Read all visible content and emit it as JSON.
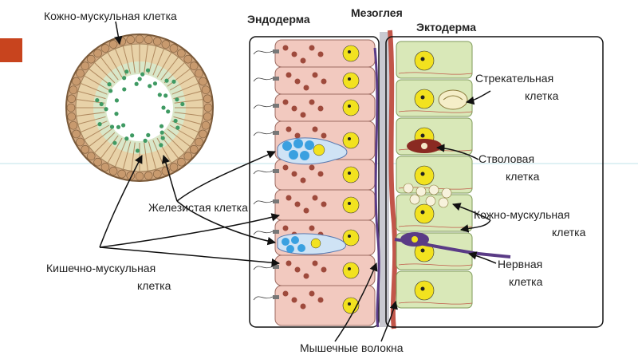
{
  "labels": {
    "skin_muscle_top": "Кожно-мускульная клетка",
    "endoderm": "Эндодерма",
    "mesoglea": "Мезоглея",
    "ectoderm": "Эктодерма",
    "stinging_line1": "Стрекательная",
    "stinging_line2": "клетка",
    "stem_line1": "Стволовая",
    "stem_line2": "клетка",
    "skin_muscle_right_line1": "Кожно-мускульная",
    "skin_muscle_right_line2": "клетка",
    "nerve_line1": "Нервная",
    "nerve_line2": "клетка",
    "glandular": "Железистая клетка",
    "intestinal_line1": "Кишечно-мускульная",
    "intestinal_line2": "клетка",
    "muscle_fibers": "Мышечные волокна"
  },
  "colors": {
    "endoderm_cell": "#f2c9bf",
    "endoderm_granule": "#9e4a3c",
    "ectoderm_cell": "#d9e8b8",
    "nucleus": "#f2e21f",
    "mesoglea": "#c9c9d1",
    "nerve": "#5a3b86",
    "gland_vacuole": "#3aa0e0",
    "accent_tab": "#c8441e"
  }
}
